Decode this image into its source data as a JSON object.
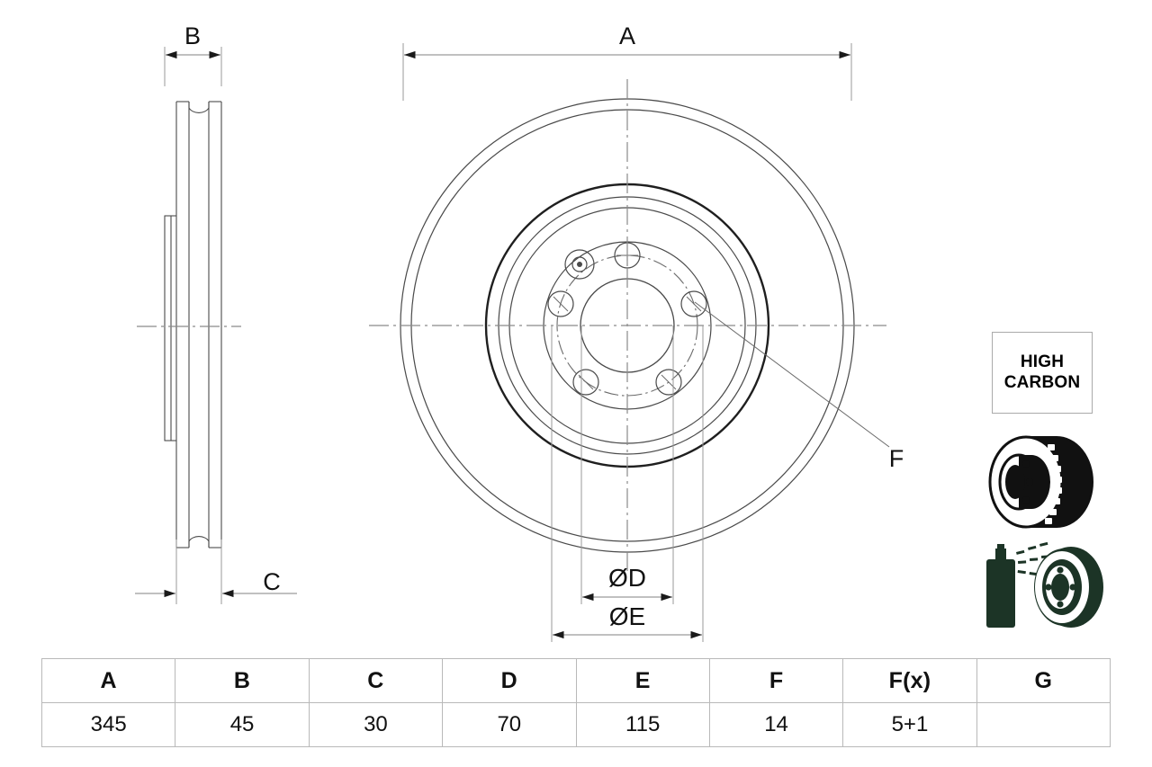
{
  "drawing": {
    "title": "Brake disc technical drawing",
    "dimension_labels": {
      "a": "A",
      "b": "B",
      "c": "C",
      "d": "ØD",
      "e": "ØE",
      "f": "F"
    }
  },
  "table": {
    "headers": [
      "A",
      "B",
      "C",
      "D",
      "E",
      "F",
      "F(x)",
      "G"
    ],
    "values": [
      "345",
      "45",
      "30",
      "70",
      "115",
      "14",
      "5+1",
      ""
    ]
  },
  "badges": {
    "high_carbon": {
      "line1": "HIGH",
      "line2": "CARBON",
      "icon": "high-carbon-badge"
    },
    "vented_disc": {
      "icon": "vented-brake-disc-icon"
    },
    "coated_disc": {
      "icon": "coated-brake-disc-spray-icon",
      "color": "#1c3426"
    }
  },
  "colors": {
    "line": "#3a3a3a",
    "line_light": "#8a8a8a",
    "heavy_line": "#1f1f1f",
    "text": "#111111",
    "coating_green": "#1c3426",
    "table_border": "#b9b9b9"
  }
}
